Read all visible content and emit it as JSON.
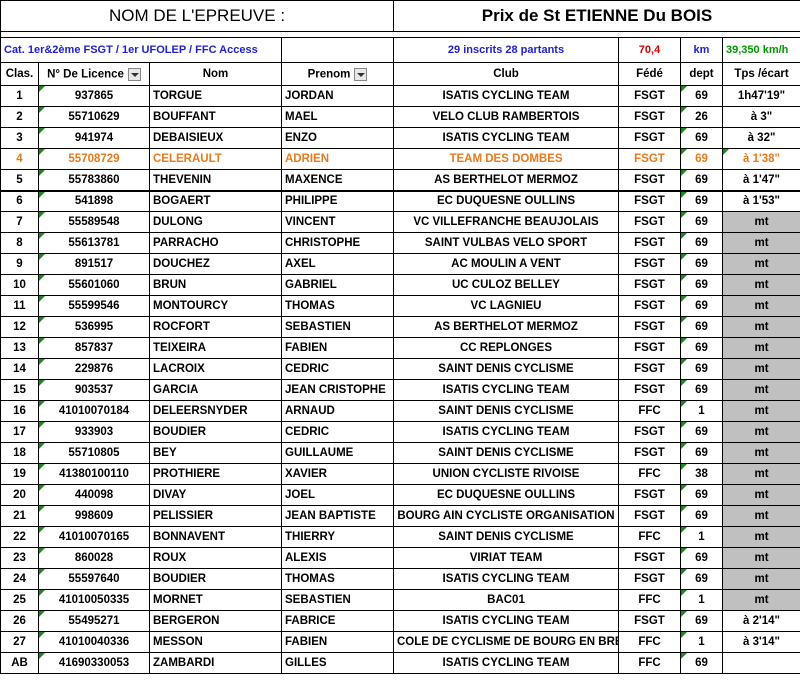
{
  "header": {
    "event_label": "NOM DE L'EPREUVE :",
    "race_name": "Prix de St ETIENNE Du BOIS"
  },
  "info": {
    "category": "Cat. 1er&2ème FSGT / 1er UFOLEP / FFC Access",
    "entrants": "29 inscrits 28 partants",
    "distance": "70,4",
    "distance_unit": "km",
    "speed": "39,350 km/h"
  },
  "columns": [
    "Clas.",
    "N° De Licence",
    "Nom",
    "Prenom",
    "Club",
    "Fédé",
    "dept",
    "Tps /écart"
  ],
  "rows": [
    [
      "1",
      "937865",
      "TORGUE",
      "JORDAN",
      "ISATIS CYCLING TEAM",
      "FSGT",
      "69",
      "1h47'19\""
    ],
    [
      "2",
      "55710629",
      "BOUFFANT",
      "MAEL",
      "VELO CLUB RAMBERTOIS",
      "FSGT",
      "26",
      "à 3\""
    ],
    [
      "3",
      "941974",
      "DEBAISIEUX",
      "ENZO",
      "ISATIS CYCLING TEAM",
      "FSGT",
      "69",
      "à 32\""
    ],
    [
      "4",
      "55708729",
      "CELERAULT",
      "ADRIEN",
      "TEAM DES DOMBES",
      "FSGT",
      "69",
      "à 1'38\""
    ],
    [
      "5",
      "55783860",
      "THEVENIN",
      "MAXENCE",
      "AS BERTHELOT MERMOZ",
      "FSGT",
      "69",
      "à 1'47\""
    ],
    [
      "6",
      "541898",
      "BOGAERT",
      "PHILIPPE",
      "EC DUQUESNE OULLINS",
      "FSGT",
      "69",
      "à 1'53\""
    ],
    [
      "7",
      "55589548",
      "DULONG",
      "VINCENT",
      "VC VILLEFRANCHE BEAUJOLAIS",
      "FSGT",
      "69",
      "mt"
    ],
    [
      "8",
      "55613781",
      "PARRACHO",
      "CHRISTOPHE",
      "SAINT VULBAS VELO SPORT",
      "FSGT",
      "69",
      "mt"
    ],
    [
      "9",
      "891517",
      "DOUCHEZ",
      "AXEL",
      "AC MOULIN A VENT",
      "FSGT",
      "69",
      "mt"
    ],
    [
      "10",
      "55601060",
      "BRUN",
      "GABRIEL",
      "UC CULOZ BELLEY",
      "FSGT",
      "69",
      "mt"
    ],
    [
      "11",
      "55599546",
      "MONTOURCY",
      "THOMAS",
      "VC LAGNIEU",
      "FSGT",
      "69",
      "mt"
    ],
    [
      "12",
      "536995",
      "ROCFORT",
      "SEBASTIEN",
      "AS BERTHELOT MERMOZ",
      "FSGT",
      "69",
      "mt"
    ],
    [
      "13",
      "857837",
      "TEIXEIRA",
      "FABIEN",
      "CC REPLONGES",
      "FSGT",
      "69",
      "mt"
    ],
    [
      "14",
      "229876",
      "LACROIX",
      "CEDRIC",
      "SAINT DENIS CYCLISME",
      "FSGT",
      "69",
      "mt"
    ],
    [
      "15",
      "903537",
      "GARCIA",
      "JEAN CRISTOPHE",
      "ISATIS CYCLING TEAM",
      "FSGT",
      "69",
      "mt"
    ],
    [
      "16",
      "41010070184",
      "DELEERSNYDER",
      "ARNAUD",
      "SAINT DENIS CYCLISME",
      "FFC",
      "1",
      "mt"
    ],
    [
      "17",
      "933903",
      "BOUDIER",
      "CEDRIC",
      "ISATIS CYCLING TEAM",
      "FSGT",
      "69",
      "mt"
    ],
    [
      "18",
      "55710805",
      "BEY",
      "GUILLAUME",
      "SAINT DENIS CYCLISME",
      "FSGT",
      "69",
      "mt"
    ],
    [
      "19",
      "41380100110",
      "PROTHIERE",
      "XAVIER",
      "UNION CYCLISTE RIVOISE",
      "FFC",
      "38",
      "mt"
    ],
    [
      "20",
      "440098",
      "DIVAY",
      "JOEL",
      "EC DUQUESNE OULLINS",
      "FSGT",
      "69",
      "mt"
    ],
    [
      "21",
      "998609",
      "PELISSIER",
      "JEAN BAPTISTE",
      "BOURG AIN CYCLISTE ORGANISATION",
      "FSGT",
      "69",
      "mt"
    ],
    [
      "22",
      "41010070165",
      "BONNAVENT",
      "THIERRY",
      "SAINT DENIS CYCLISME",
      "FFC",
      "1",
      "mt"
    ],
    [
      "23",
      "860028",
      "ROUX",
      "ALEXIS",
      "VIRIAT TEAM",
      "FSGT",
      "69",
      "mt"
    ],
    [
      "24",
      "55597640",
      "BOUDIER",
      "THOMAS",
      "ISATIS CYCLING TEAM",
      "FSGT",
      "69",
      "mt"
    ],
    [
      "25",
      "41010050335",
      "MORNET",
      "SEBASTIEN",
      "BAC01",
      "FFC",
      "1",
      "mt"
    ],
    [
      "26",
      "55495271",
      "BERGERON",
      "FABRICE",
      "ISATIS CYCLING TEAM",
      "FSGT",
      "69",
      "à 2'14\""
    ],
    [
      "27",
      "41010040336",
      "MESSON",
      "FABIEN",
      "COLE DE CYCLISME DE BOURG EN BRESS",
      "FFC",
      "1",
      "à 3'14\""
    ],
    [
      "AB",
      "41690330053",
      "ZAMBARDI",
      "GILLES",
      "ISATIS CYCLING TEAM",
      "FFC",
      "69",
      ""
    ]
  ],
  "highlight_row_index": 3,
  "colors": {
    "highlight": "#e87a1a",
    "gray_cell": "#c0c0c0",
    "flag": "#1a8a1a"
  }
}
